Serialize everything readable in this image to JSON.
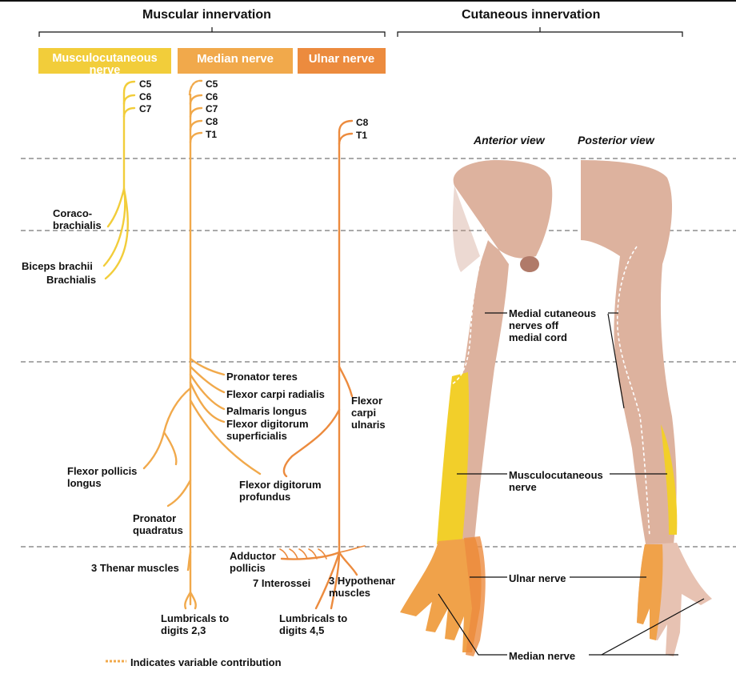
{
  "headers": {
    "muscular": "Muscular innervation",
    "cutaneous": "Cutaneous innervation"
  },
  "nerve_boxes": {
    "musculocutaneous": "Musculocutaneous nerve",
    "median": "Median nerve",
    "ulnar": "Ulnar nerve"
  },
  "roots": {
    "musculocutaneous": [
      "C5",
      "C6",
      "C7"
    ],
    "median": [
      "C5",
      "C6",
      "C7",
      "C8",
      "T1"
    ],
    "ulnar": [
      "C8",
      "T1"
    ]
  },
  "views": {
    "anterior": "Anterior view",
    "posterior": "Posterior view"
  },
  "muscles": {
    "coracobrachialis": "Coraco-\nbrachialis",
    "biceps": "Biceps brachii",
    "brachialis": "Brachialis",
    "pronator_teres": "Pronator teres",
    "fcr": "Flexor carpi radialis",
    "palmaris": "Palmaris longus",
    "fds": "Flexor digitorum\nsuperficialis",
    "fpl": "Flexor pollicis\nlongus",
    "pronator_quadratus": "Pronator\nquadratus",
    "thenar": "3 Thenar muscles",
    "lumbricals_23": "Lumbricals to\ndigits 2,3",
    "fcu": "Flexor\ncarpi\nulnaris",
    "fdp": "Flexor digitorum\nprofundus",
    "adductor": "Adductor\npollicis",
    "interossei": "7 Interossei",
    "hypothenar": "3 Hypothenar\nmuscles",
    "lumbricals_45": "Lumbricals to\ndigits 4,5"
  },
  "cutaneous_labels": {
    "medial": "Medial cutaneous\nnerves off\nmedial cord",
    "musculocutaneous": "Musculocutaneous\nnerve",
    "ulnar": "Ulnar nerve",
    "median": "Median nerve"
  },
  "legend": "Indicates variable contribution",
  "colors": {
    "musculocutaneous": "#f2cd3a",
    "median": "#f1a94b",
    "ulnar": "#ec8b3e",
    "skin": "#ddb29e",
    "skin_dark": "#c9937e",
    "cutaneous_yellow": "#f2cf2a",
    "cutaneous_orange": "#f0a24a"
  }
}
